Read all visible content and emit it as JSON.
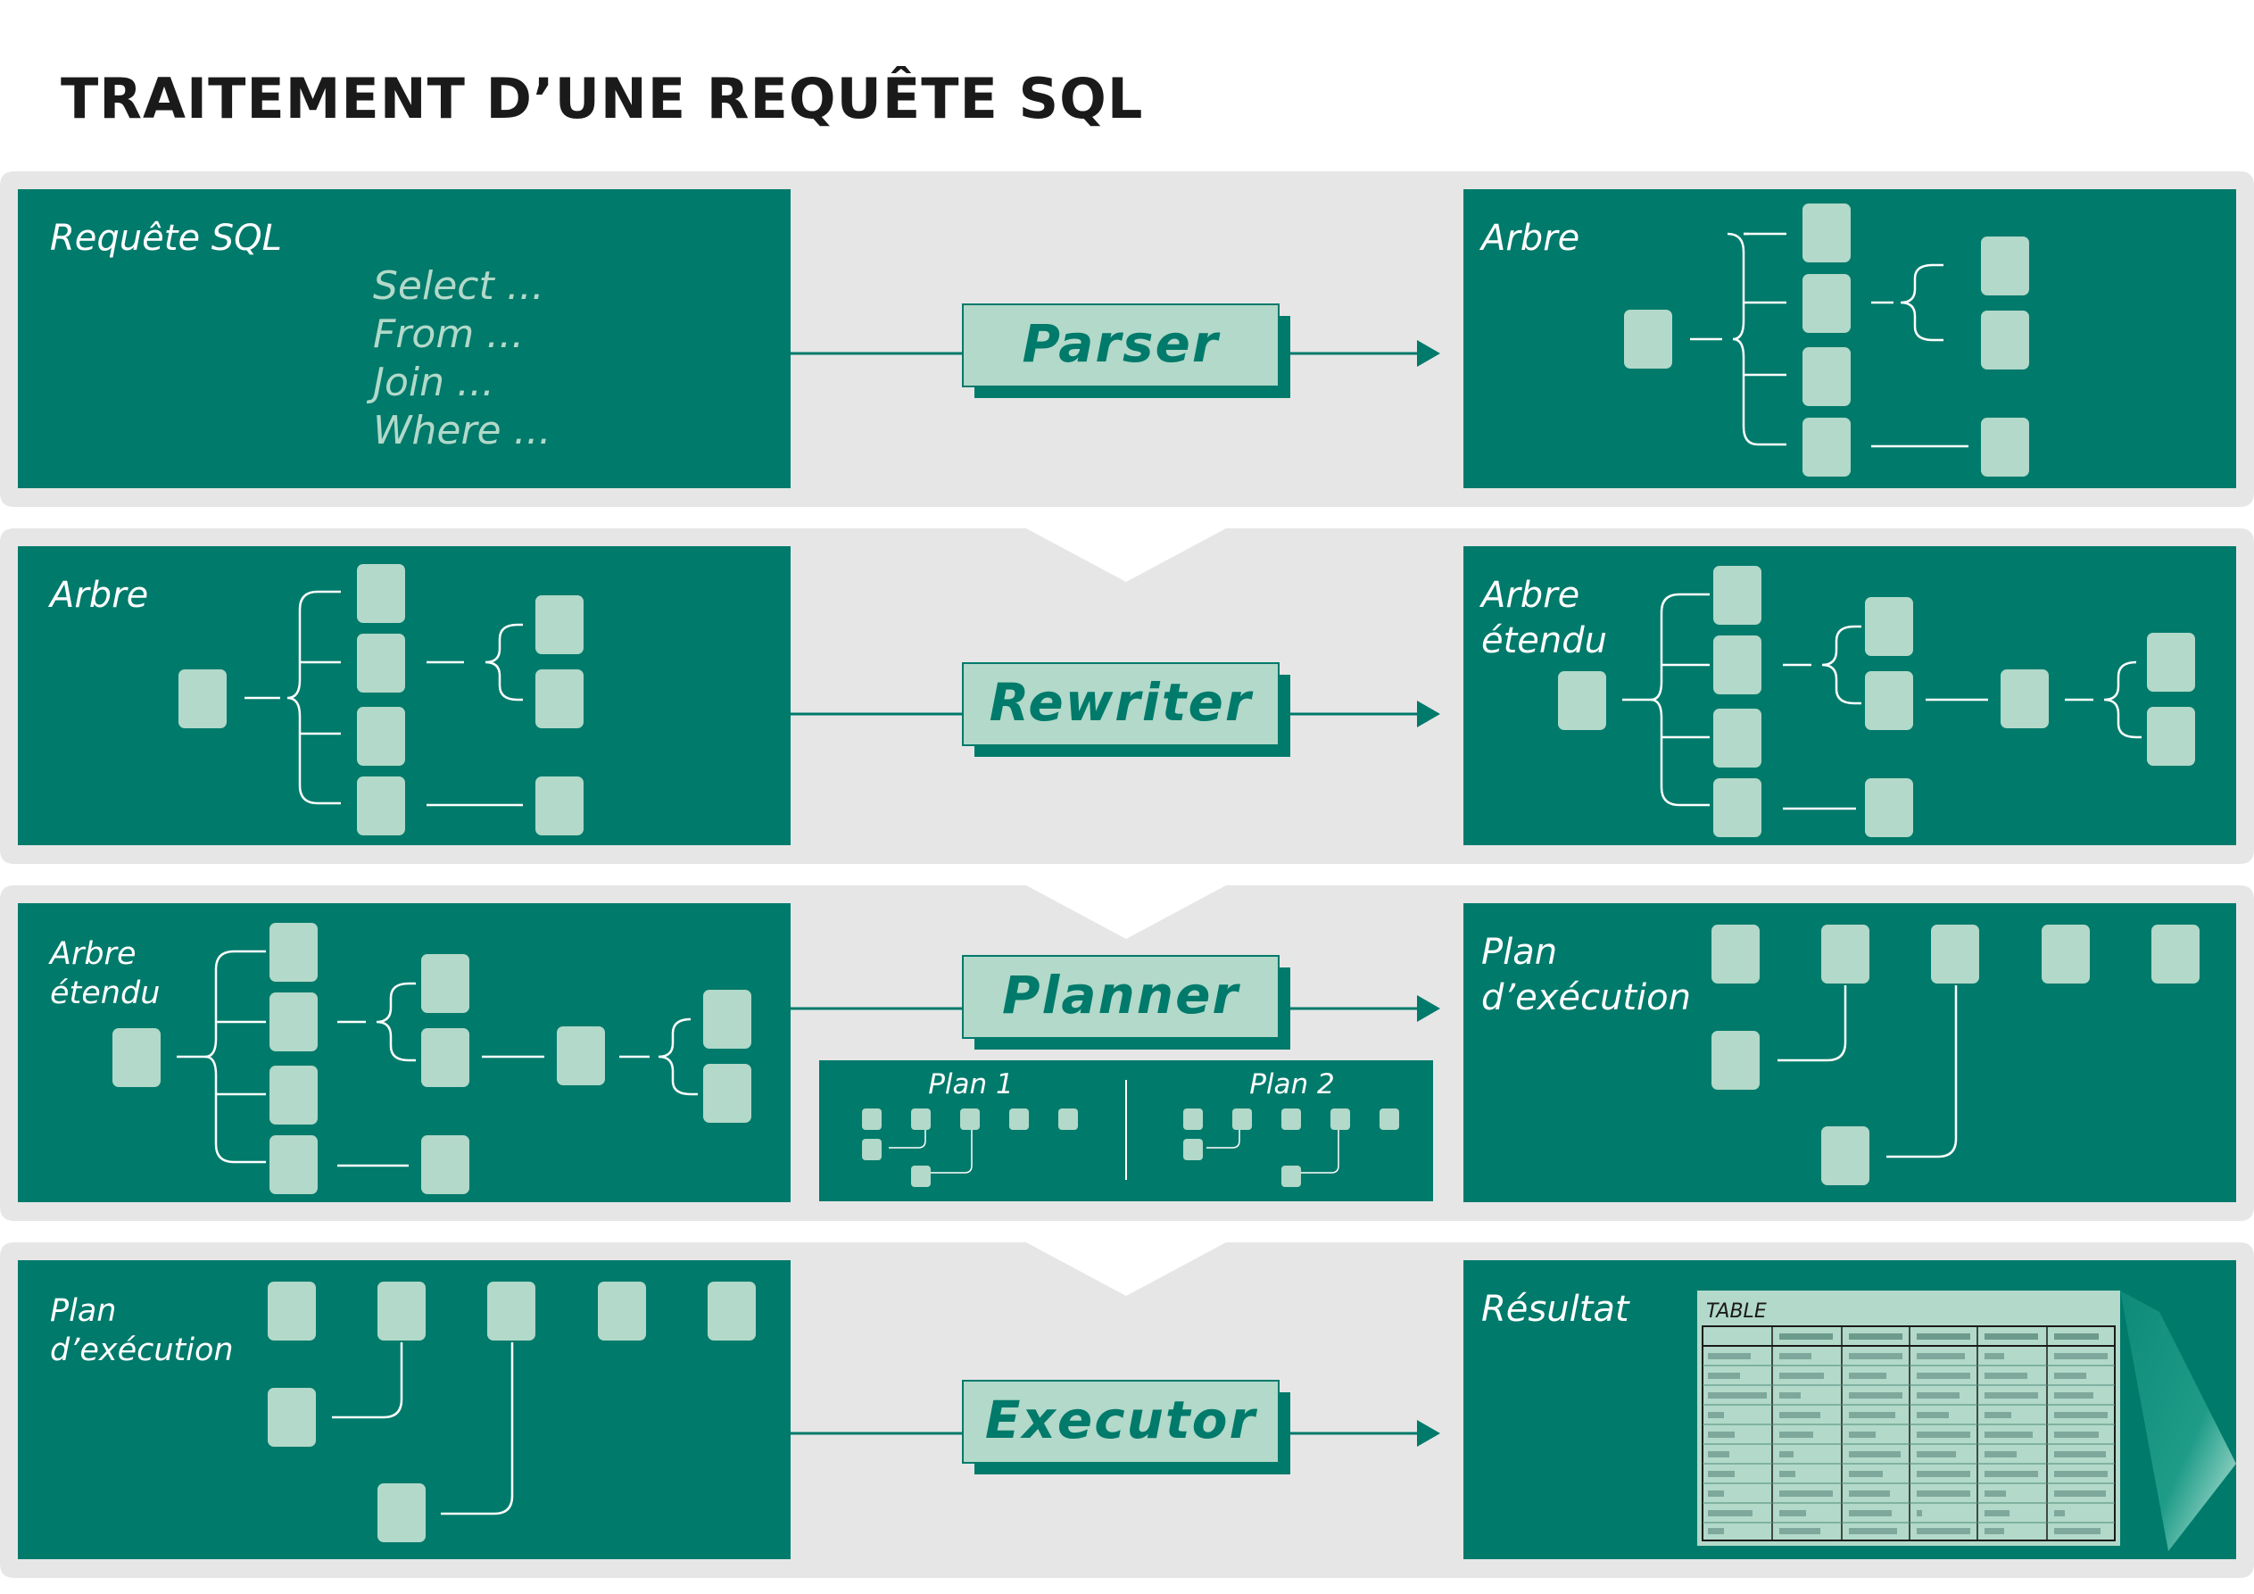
{
  "title": "TRAITEMENT D’UNE REQUÊTE SQL",
  "colors": {
    "panel": "#007a6b",
    "node": "#b2d9c9",
    "band": "#e6e6e6",
    "title": "#1a1a1a"
  },
  "stages": [
    {
      "name": "Parser",
      "input_label": [
        "Requête SQL"
      ],
      "output_label": [
        "Arbre"
      ]
    },
    {
      "name": "Rewriter",
      "input_label": [
        "Arbre"
      ],
      "output_label": [
        "Arbre",
        "étendu"
      ]
    },
    {
      "name": "Planner",
      "input_label": [
        "Arbre",
        "étendu"
      ],
      "output_label": [
        "Plan",
        "d’exécution"
      ]
    },
    {
      "name": "Executor",
      "input_label": [
        "Plan",
        "d’exécution"
      ],
      "output_label": [
        "Résultat"
      ]
    }
  ],
  "sql_lines": [
    "Select ...",
    "From ...",
    "Join ...",
    "Where ..."
  ],
  "planner_candidates": [
    "Plan 1",
    "Plan 2"
  ],
  "result_table_label": "TABLE"
}
